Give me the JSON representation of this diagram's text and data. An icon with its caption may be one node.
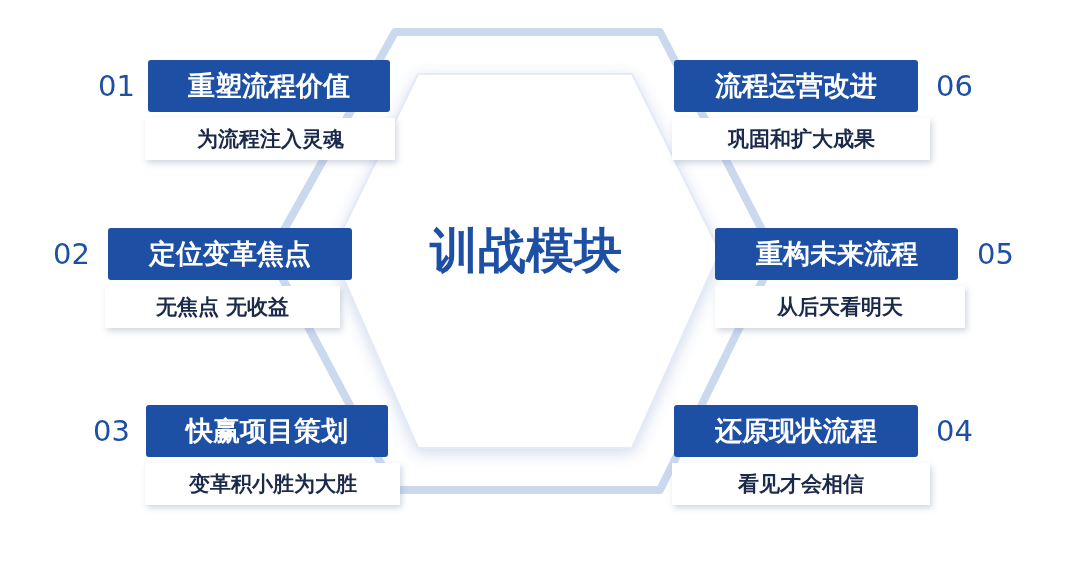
{
  "diagram": {
    "nodes": [
      {
        "text": [
          "训战模块"
        ]
      },
      {
        "text": [
          "重塑流程价值"
        ],
        "beside": [
          "01"
        ]
      },
      {
        "text": [
          "为流程注入灵魂"
        ]
      },
      {
        "text": [
          "定位变革焦点"
        ],
        "beside": [
          "02"
        ]
      },
      {
        "text": [
          "无焦点 无收益"
        ]
      },
      {
        "text": [
          "快赢项目策划"
        ],
        "beside": [
          "03"
        ]
      },
      {
        "text": [
          "变革积小胜为大胜"
        ]
      },
      {
        "text": [
          "还原现状流程"
        ],
        "beside": [
          "04"
        ]
      },
      {
        "text": [
          "看见才会相信"
        ]
      },
      {
        "text": [
          "重构未来流程"
        ],
        "beside": [
          "05"
        ]
      },
      {
        "text": [
          "从后天看明天"
        ]
      },
      {
        "text": [
          "流程运营改进"
        ],
        "beside": [
          "06"
        ]
      },
      {
        "text": [
          "巩固和扩大成果"
        ]
      }
    ]
  }
}
